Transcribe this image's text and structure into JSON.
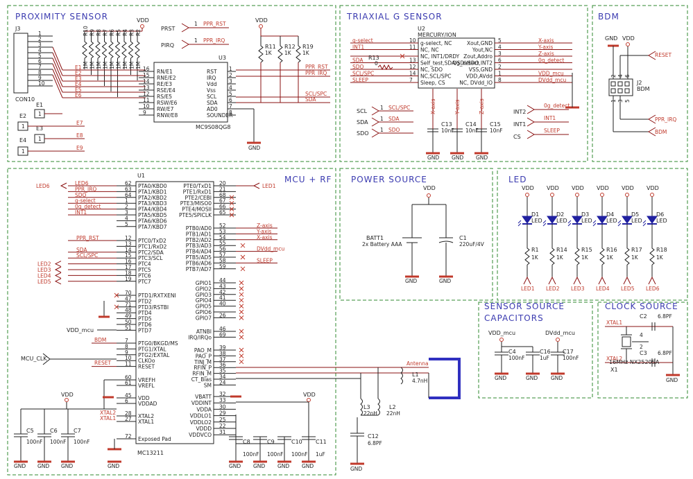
{
  "panels": {
    "proximity": "PROXIMITY SENSOR",
    "triaxial": "TRIAXIAL G SENSOR",
    "bdm": "BDM",
    "mcu": "MCU + RF",
    "power": "POWER SOURCE",
    "led": "LED",
    "sensor_caps_1": "SENSOR SOURCE",
    "sensor_caps_2": "CAPACITORS",
    "clock": "CLOCK SOURCE"
  },
  "proximity": {
    "j3": "J3",
    "con10": "CON10",
    "j3_pins": [
      "1",
      "2",
      "3",
      "4",
      "5",
      "6",
      "7",
      "8",
      "9",
      "10"
    ],
    "resistors": [
      "R10",
      "R9",
      "R8",
      "R7",
      "R6",
      "R5",
      "R4",
      "R3",
      "R2"
    ],
    "res_value": "1M",
    "vdd": "VDD",
    "prst": "PRST",
    "pirq": "PIRQ",
    "ppr_rst": "PPR_RST",
    "ppr_irq": "PPR_IRQ",
    "u3": "U3",
    "u3_part": "MC9S08QG8",
    "u3_left": [
      "RN/E1",
      "RNE/E2",
      "RE/E3",
      "RSE/E4",
      "RS/E5",
      "RSW/E6",
      "RW/E7",
      "RNW/E8"
    ],
    "u3_left_pins": [
      "16",
      "15",
      "14",
      "13",
      "12",
      "11",
      "10",
      "9"
    ],
    "u3_right": [
      "RST",
      "IRQ",
      "Vdd",
      "Vss",
      "SCL",
      "SDA",
      "AD0",
      "SOUNDER"
    ],
    "u3_right_pins": [
      "1",
      "2",
      "3",
      "4",
      "5",
      "6",
      "7",
      "8"
    ],
    "e_nets": [
      "E1",
      "E2",
      "E3",
      "E4",
      "E5",
      "E6",
      "E7",
      "E8",
      "E9"
    ],
    "e1": "E1",
    "e2": "E2",
    "e3": "E3",
    "e4": "E4",
    "one": "1",
    "r11": "R11",
    "r12": "R12",
    "r19": "R19",
    "r_1k": "1K",
    "scl_spc": "SCL/SPC",
    "sda": "SDA",
    "gnd": "GND"
  },
  "triaxial": {
    "u2": "U2",
    "part": "MERCURY/ION",
    "left_nets": [
      "g-select",
      "INT1",
      "",
      "SDA",
      "SDO",
      "SCL/SPC",
      "SLEEP"
    ],
    "left_pins": [
      "10",
      "11",
      "",
      "13",
      "12",
      "14",
      "7"
    ],
    "left_labels": [
      "g-select, NC",
      "NC, NC",
      "NC, INT1/DRDY",
      "Self_test,SDA/SDI/SDO",
      "NC, SDO",
      "NC,SCL/SPC",
      "Sleep, CS"
    ],
    "right_labels": [
      "Xout,GND",
      "Yout,NC",
      "Zout,Addro",
      "0g_detect,INT2",
      "VSS,GND",
      "VDD,AVdd",
      "NC, DVdd_IO"
    ],
    "right_pins": [
      "5",
      "4",
      "3",
      "6",
      "2",
      "1",
      "8"
    ],
    "right_nets": [
      "X-axis",
      "Y-axis",
      "Z-axis",
      "0g_detect",
      "",
      "VDD_mcu",
      "DVdd_mcu"
    ],
    "r13": "R13",
    "r13v": "0",
    "scl": "SCL",
    "sda": "SDA",
    "sdo": "SDO",
    "c13": "C13",
    "c14": "C14",
    "c15": "C15",
    "c10nf": "10nF",
    "xaxis": "X-axis",
    "yaxis": "Y-axis",
    "zaxis": "Z-axis",
    "int2": "INT2",
    "int1": "INT1",
    "cs": "CS",
    "odet": "0g_detect",
    "int1n": "INT1",
    "sleep": "SLEEP",
    "gnd": "GND"
  },
  "bdm": {
    "gnd": "GND",
    "vdd": "VDD",
    "reset": "RESET",
    "ppr_irq": "PPR_IRQ",
    "bdm": "BDM",
    "j2": "J2",
    "j2b": "BDM",
    "pins_top": [
      "2",
      "4",
      "6"
    ],
    "pins_bot": [
      "1",
      "3",
      "5"
    ]
  },
  "mcu": {
    "u1": "U1",
    "part": "MC13211",
    "left_nets": [
      "LED6",
      "PPR_IRQ",
      "SDO",
      "g-select",
      "0g_detect",
      "INT1"
    ],
    "left_pins": [
      "62",
      "63",
      "64",
      "1",
      "2",
      "3",
      "4",
      "5"
    ],
    "left_labels": [
      "PTA0/KBD0",
      "PTA1/KBD1",
      "PTA2/KBD2",
      "PTA3/KBD3",
      "PTA4/KBD4",
      "PTA5/KBD5",
      "PTA6/KBD6",
      "PTA7/KBD7"
    ],
    "c_pins": [
      "12",
      "13",
      "14",
      "15",
      "16",
      "17",
      "18",
      "19"
    ],
    "c_labels": [
      "PTC0/TxD2",
      "PTC1/RxD2",
      "PTC2/SDA",
      "PTC3/SCL",
      "PTC4",
      "PTC5",
      "PTC6",
      "PTC7"
    ],
    "c_nets": [
      "PPR_RST",
      "",
      "SDA",
      "SCL/SPC",
      "LED2",
      "LED3",
      "LED4",
      "LED5"
    ],
    "d_pins": [
      "70",
      "47",
      "71",
      "48",
      "49",
      "50",
      "51"
    ],
    "d_labels": [
      "PTD1/RXTXENI",
      "PTD2",
      "PTD3/RSTBI",
      "PTD4",
      "PTD5",
      "PTD6",
      "PTD7"
    ],
    "g_labels": [
      "PTG0/BKGD/MS",
      "PTG1/XTAL",
      "PTG2/EXTAL",
      "CLKOo",
      "RESET"
    ],
    "g_pins": [
      "7",
      "8",
      "9",
      "10",
      "11"
    ],
    "bdm": "BDM",
    "reset": "RESET",
    "vdd_mcu": "VDD_mcu",
    "mcu_clk": "MCU_CLK",
    "pwr_labels": [
      "VREFH",
      "VREFL",
      "VDD",
      "VDDAD",
      "XTAL2",
      "XTAL1",
      "Exposed Pad"
    ],
    "pwr_pins": [
      "60",
      "61",
      "45",
      "6",
      "28",
      "27",
      "72"
    ],
    "xtal2": "XTAL2",
    "xtal1": "XTAL1",
    "right_top_labels": [
      "PTE0/TxD1",
      "PTE1/RxD1",
      "PTE2/CEBI",
      "PTE3/MISO0",
      "PTE4/MOSII",
      "PTE5/SPICLK"
    ],
    "right_top_pins": [
      "20",
      "21",
      "68",
      "67",
      "66",
      "65"
    ],
    "led1": "LED1",
    "b_labels": [
      "PTB0/AD0",
      "PTB1/AD1",
      "PTB2/AD2",
      "PTB3/AD3",
      "PTB4/AD4",
      "PTB5/AD5",
      "PTB6/AD6",
      "PTB7/AD7"
    ],
    "b_pins": [
      "52",
      "53",
      "54",
      "55",
      "56",
      "57",
      "58",
      "59"
    ],
    "b_nets": [
      "Z-axis",
      "Y-axis",
      "X-axis",
      "",
      "DVdd_mcu",
      "",
      "SLEEP",
      ""
    ],
    "gpio_labels": [
      "GPIO1",
      "GPIO2",
      "GPIO3",
      "GPIO4",
      "GPIO5",
      "GPIO6",
      "GPIO7"
    ],
    "gpio_pins": [
      "44",
      "43",
      "42",
      "41",
      "40",
      "",
      "26"
    ],
    "atn_labels": [
      "ATNBI",
      "IRQ/IRQo"
    ],
    "atn_pins": [
      "46",
      "69"
    ],
    "rf_labels": [
      "PAO_M",
      "PAO_P",
      "TINJ_M",
      "RFIN_P",
      "RFIN_M",
      "CT_Bias",
      "SM"
    ],
    "rf_pins": [
      "39",
      "38",
      "37",
      "36",
      "35",
      "34",
      "24"
    ],
    "vb_labels": [
      "VBATT",
      "VDDINT",
      "VDDA",
      "VDDLO1",
      "VDDLO2",
      "VDDD",
      "VDDVCO"
    ],
    "vb_pins": [
      "32",
      "33",
      "30",
      "29",
      "25",
      "22",
      "31"
    ],
    "antenna": "Antenna",
    "l1": "L1",
    "l1v": "4.7nH",
    "l2": "L2",
    "l3": "L3",
    "l22": "22nH",
    "c12": "C12",
    "c12v": "6.8PF",
    "c5": "C5",
    "c6": "C6",
    "c7": "C7",
    "c8": "C8",
    "c9": "C9",
    "c10": "C10",
    "c11": "C11",
    "c100nf": "100nF",
    "c1uf": "1uF",
    "vdd": "VDD",
    "gnd": "GND"
  },
  "power": {
    "vdd": "VDD",
    "batt": "BATT1",
    "batt_desc": "2x Battery AAA",
    "c1": "C1",
    "c1v": "220uF/4V",
    "gnd": "GND"
  },
  "led": {
    "vdd": "VDD",
    "leds": [
      "D1",
      "D2",
      "D3",
      "D4",
      "D5",
      "D6"
    ],
    "led_word": "LED",
    "res": [
      "R1",
      "R14",
      "R15",
      "R16",
      "R17",
      "R18"
    ],
    "res_value": "1K",
    "nets": [
      "LED1",
      "LED2",
      "LED3",
      "LED4",
      "LED5",
      "LED6"
    ]
  },
  "caps": {
    "vdd_mcu": "VDD_mcu",
    "dvdd_mcu": "DVdd_mcu",
    "c4": "C4",
    "c16": "C16",
    "c17": "C17",
    "c100nf": "100nF",
    "c1uf": "1uF",
    "gnd": "GND"
  },
  "clock": {
    "xtal1": "XTAL1",
    "xtal2": "XTAL2",
    "c2": "C2",
    "c3": "C3",
    "cv": "6.8PF",
    "x1": "X1",
    "x1desc": "16MHz NX2520SA",
    "gnd": "GND"
  }
}
